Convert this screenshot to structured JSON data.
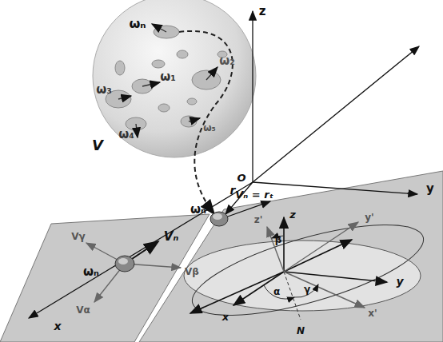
{
  "diagram": {
    "labels": [
      "ωₙ",
      "ω₂",
      "ω₁",
      "ω₃",
      "ω₄",
      "ω₅",
      "V",
      "z",
      "y",
      "x",
      "O",
      "ωₙ",
      "r",
      "Vₙ = rₜ",
      "Vγ",
      "Vₙ",
      "ωₙ",
      "Vβ",
      "Vα",
      "z'",
      "z",
      "y'",
      "β",
      "y",
      "α",
      "γ",
      "x",
      "x'",
      "N"
    ]
  }
}
